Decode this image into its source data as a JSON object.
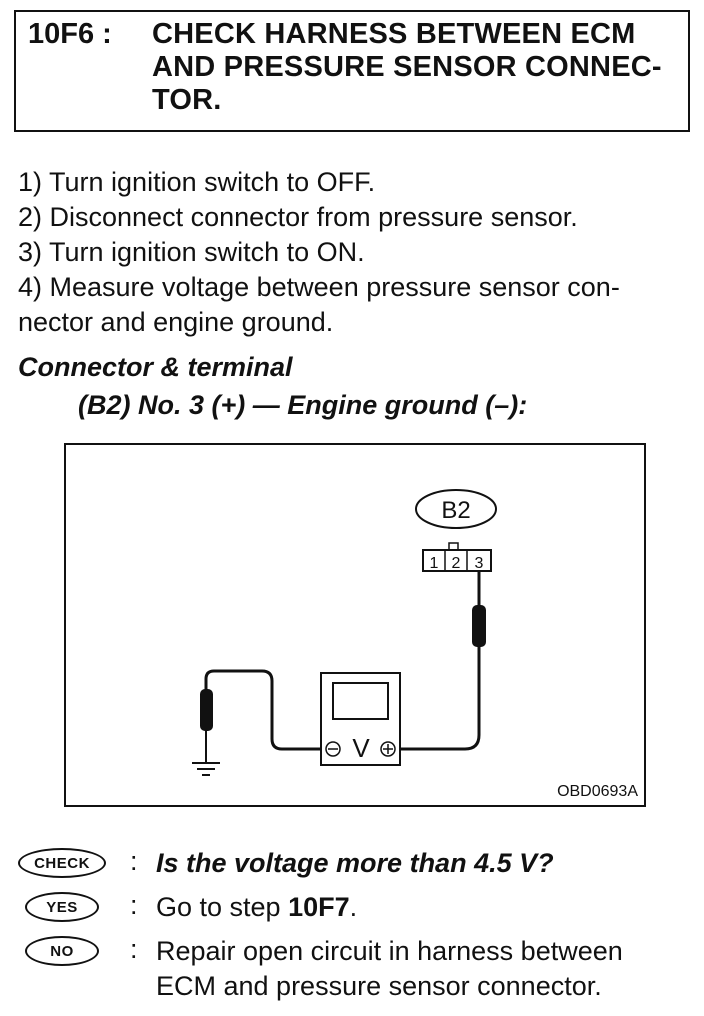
{
  "header": {
    "step_id": "10F6 :",
    "title_lines": [
      "CHECK HARNESS BETWEEN ECM",
      "AND PRESSURE SENSOR CONNEC-",
      "TOR."
    ]
  },
  "procedure": {
    "steps": [
      "1)  Turn ignition switch to OFF.",
      "2)  Disconnect connector from pressure sensor.",
      "3)  Turn ignition switch to ON.",
      "4)  Measure voltage between pressure sensor con-",
      "nector and engine ground."
    ]
  },
  "connector_heading": "Connector & terminal",
  "terminal_heading": "(B2) No. 3 (+) — Engine ground (–):",
  "diagram": {
    "connector_label": "B2",
    "pins": [
      "1",
      "2",
      "3"
    ],
    "meter_symbol": "V",
    "figure_code": "OBD0693A"
  },
  "results": {
    "check": {
      "badge": "CHECK",
      "colon": ":",
      "text": "Is the voltage more than 4.5 V?"
    },
    "yes": {
      "badge": "YES",
      "colon": ":",
      "text_prefix": "Go to step ",
      "step_ref": "10F7",
      "text_suffix": "."
    },
    "no": {
      "badge": "NO",
      "colon": ":",
      "lines": [
        "Repair open circuit in harness between",
        "ECM and pressure sensor connector."
      ]
    }
  }
}
